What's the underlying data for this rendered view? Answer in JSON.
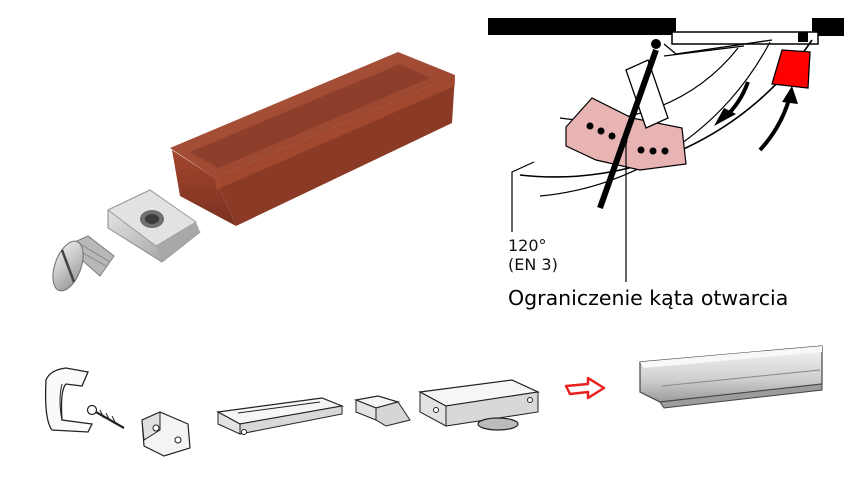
{
  "diagram": {
    "angle_label": "120°",
    "standard_label": "(EN 3)",
    "caption": "Ograniczenie kąta otwarcia",
    "colors": {
      "brick": "#a04a33",
      "pink_zone": "#e8b3b3",
      "red_stop": "#ff0000",
      "red_arrow": "#e8211e",
      "metal": "#c9c9c9",
      "black": "#000000"
    },
    "icons": [
      "brake-block-icon",
      "slide-nut-icon",
      "countersunk-screw-icon",
      "end-cap-icon",
      "wood-screw-icon",
      "bracket-icon",
      "guide-rail-icon",
      "stop-block-icon",
      "slider-assembly-icon",
      "red-arrow-icon",
      "rail-profile-icon"
    ]
  }
}
